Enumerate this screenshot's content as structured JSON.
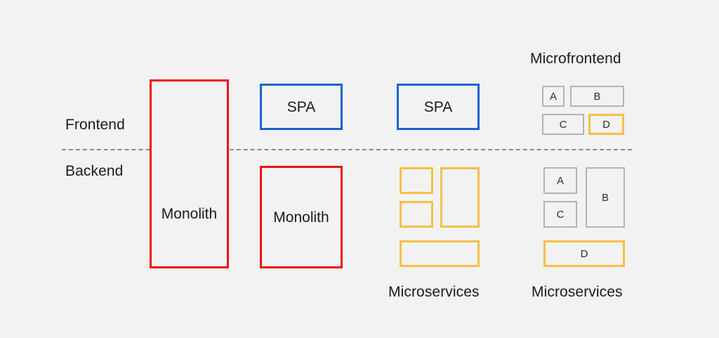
{
  "background_color": "#f2f2f2",
  "colors": {
    "red": "#ee1111",
    "blue": "#1a62d0",
    "yellow": "#f5c046",
    "gray": "#b3b3b3",
    "text": "#1b1b1b",
    "divider": "#8a8a8a"
  },
  "axis": {
    "frontend_label": "Frontend",
    "backend_label": "Backend"
  },
  "columns": [
    {
      "id": "column-1",
      "frontend": [],
      "backend": [],
      "spanning": [
        {
          "label": "Monolith",
          "color": "red"
        }
      ],
      "caption": ""
    },
    {
      "id": "column-2",
      "frontend": [
        {
          "label": "SPA",
          "color": "blue"
        }
      ],
      "backend": [
        {
          "label": "Monolith",
          "color": "red"
        }
      ],
      "caption": ""
    },
    {
      "id": "column-3",
      "frontend": [
        {
          "label": "SPA",
          "color": "blue"
        }
      ],
      "backend": [
        {
          "label": "",
          "color": "yellow"
        },
        {
          "label": "",
          "color": "yellow"
        },
        {
          "label": "",
          "color": "yellow"
        },
        {
          "label": "",
          "color": "yellow"
        }
      ],
      "caption": "Microservices"
    },
    {
      "id": "column-4",
      "title": "Microfrontend",
      "frontend": [
        {
          "label": "A",
          "color": "gray"
        },
        {
          "label": "B",
          "color": "gray"
        },
        {
          "label": "C",
          "color": "gray"
        },
        {
          "label": "D",
          "color": "yellow"
        }
      ],
      "backend": [
        {
          "label": "A",
          "color": "gray"
        },
        {
          "label": "B",
          "color": "gray"
        },
        {
          "label": "C",
          "color": "gray"
        },
        {
          "label": "D",
          "color": "yellow"
        }
      ],
      "caption": "Microservices"
    }
  ]
}
